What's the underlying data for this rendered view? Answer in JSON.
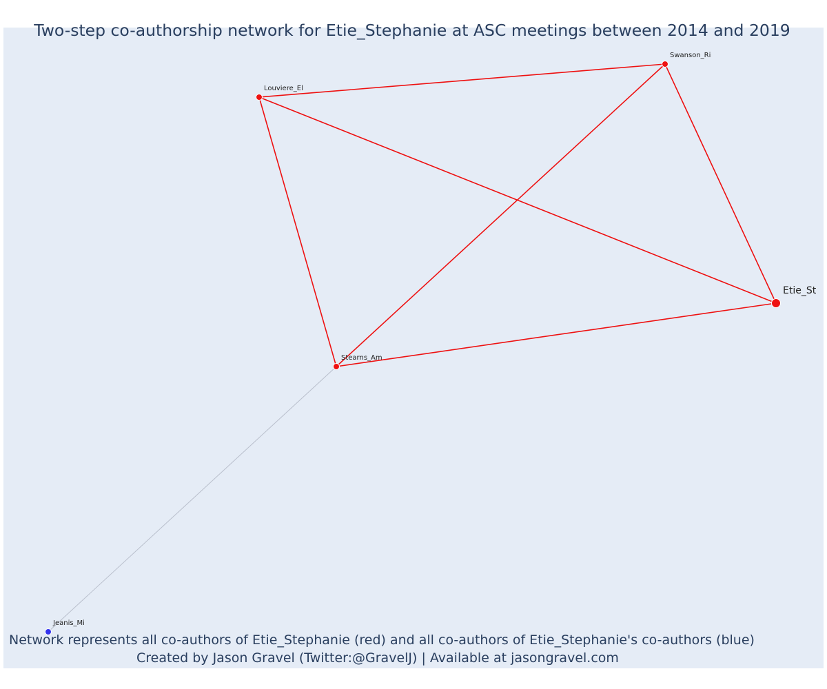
{
  "title": "Two-step co-authorship network for Etie_Stephanie at ASC meetings between 2014 and 2019",
  "captions": [
    "Network represents all co-authors of Etie_Stephanie (red) and all co-authors of Etie_Stephanie's co-authors (blue)",
    "Created by Jason Gravel (Twitter:@GravelJ) | Available at jasongravel.com"
  ],
  "colors": {
    "background": "#e5ecf6",
    "direct_coauthor": "#ee1111",
    "second_step_coauthor": "#3333ee",
    "direct_edge": "#ee1111",
    "second_step_edge": "#b9bfcc",
    "text": "#2a3f5f"
  },
  "nodes": [
    {
      "id": "Swanson_Ri",
      "label": "Swanson_Ri",
      "group": "direct",
      "focal": false
    },
    {
      "id": "Louviere_El",
      "label": "Louviere_El",
      "group": "direct",
      "focal": false
    },
    {
      "id": "Etie_St",
      "label": "Etie_St",
      "group": "direct",
      "focal": true
    },
    {
      "id": "Stearns_Am",
      "label": "Stearns_Am",
      "group": "direct",
      "focal": false
    },
    {
      "id": "Jeanis_Mi",
      "label": "Jeanis_Mi",
      "group": "second",
      "focal": false
    }
  ],
  "edges": [
    {
      "source": "Louviere_El",
      "target": "Swanson_Ri",
      "group": "direct"
    },
    {
      "source": "Louviere_El",
      "target": "Etie_St",
      "group": "direct"
    },
    {
      "source": "Louviere_El",
      "target": "Stearns_Am",
      "group": "direct"
    },
    {
      "source": "Swanson_Ri",
      "target": "Etie_St",
      "group": "direct"
    },
    {
      "source": "Swanson_Ri",
      "target": "Stearns_Am",
      "group": "direct"
    },
    {
      "source": "Stearns_Am",
      "target": "Etie_St",
      "group": "direct"
    },
    {
      "source": "Stearns_Am",
      "target": "Jeanis_Mi",
      "group": "second"
    }
  ]
}
